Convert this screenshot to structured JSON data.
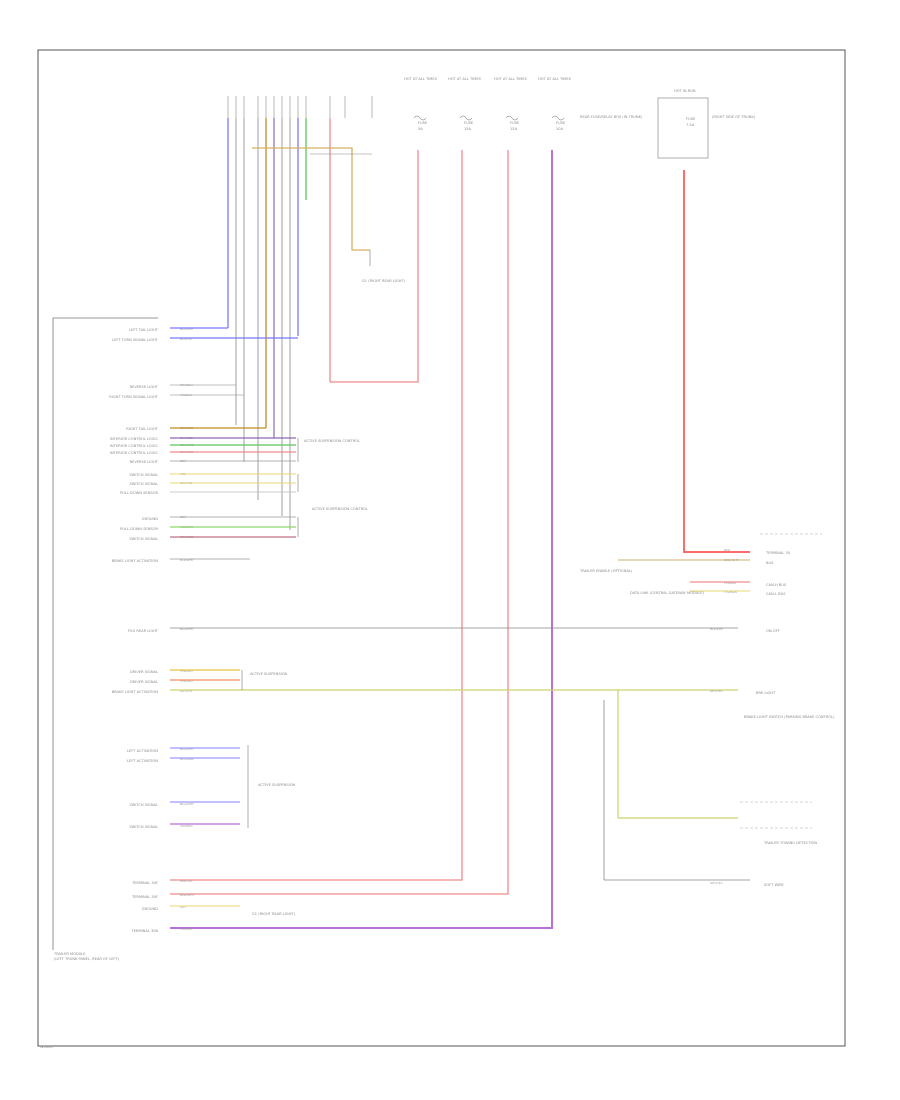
{
  "diagram": {
    "code": "W0000",
    "module": {
      "name": "TRAILER MODULE",
      "location": "(LEFT TRUNK PANEL, REAR OF LEFT)"
    },
    "fuses": [
      {
        "name": "FUSE",
        "value": "5A",
        "source": "HOT AT ALL TIMES"
      },
      {
        "name": "FUSE",
        "value": "15A",
        "source": "HOT AT ALL TIMES"
      },
      {
        "name": "FUSE",
        "value": "15A",
        "source": "HOT AT ALL TIMES"
      },
      {
        "name": "FUSE",
        "value": "20A",
        "source": "HOT AT ALL TIMES"
      }
    ],
    "fuse_box": "REAR FUSE/RELAY BOX (IN TRUNK)",
    "right_fuse": {
      "name": "FUSE",
      "value": "7.5A",
      "title": "HOT IN RUN",
      "location": "(RIGHT SIDE OF TRUNK)"
    },
    "upper_ground": {
      "name": "G1 (RIGHT REAR LIGHT)"
    },
    "lower_ground": {
      "name": "G1 (RIGHT REAR LIGHT)"
    },
    "left_pins": [
      {
        "label": "LEFT TAIL LIGHT",
        "wire": "BLU/RED"
      },
      {
        "label": "LEFT TURN SIGNAL LIGHT",
        "wire": "BLU/YEL"
      },
      {
        "label": "REVERSE LIGHT",
        "wire": "GRY/BLU"
      },
      {
        "label": "RIGHT TURN SIGNAL LIGHT",
        "wire": "YEL/BLU"
      },
      {
        "label": "RIGHT TAIL LIGHT",
        "wire": "BRN/RED"
      },
      {
        "label": "INTERIOR CONTROL LOGIC",
        "wire": "BLK/RED"
      },
      {
        "label": "INTERIOR CONTROL LOGIC",
        "wire": "GRN/RED"
      },
      {
        "label": "INTERIOR CONTROL LOGIC",
        "wire": "BRN/RED"
      },
      {
        "label": "REVERSE LIGHT",
        "wire": "GRY"
      },
      {
        "label": "SWITCH SIGNAL",
        "wire": "YEL"
      },
      {
        "label": "SWITCH SIGNAL",
        "wire": "GRY/YEL"
      },
      {
        "label": "PULL-DOWN SENSOR",
        "wire": ""
      },
      {
        "label": "GROUND",
        "wire": "GRY"
      },
      {
        "label": "PULL-DOWN SENSOR",
        "wire": "YEL/GRN"
      },
      {
        "label": "SWITCH SIGNAL",
        "wire": "BRN/RED"
      },
      {
        "label": "BRAKE LIGHT ACTIVATION",
        "wire": "BLK/WHT"
      },
      {
        "label": "FOG REAR LIGHT",
        "wire": "BLU/WHT"
      },
      {
        "label": "DRIVER SIGNAL",
        "wire": "YEL/RED"
      },
      {
        "label": "DRIVER SIGNAL",
        "wire": "YEL/RED"
      },
      {
        "label": "BRAKE LIGHT ACTIVATION",
        "wire": "GRY/YEL"
      },
      {
        "label": "LEFT ACTIVATION",
        "wire": "BLU/WHT"
      },
      {
        "label": "LEFT ACTIVATION",
        "wire": "BLU/GRN"
      },
      {
        "label": "SWITCH SIGNAL",
        "wire": "BLU/WHT"
      },
      {
        "label": "SWITCH SIGNAL",
        "wire": "VIO/RED"
      },
      {
        "label": "TERMINAL 30F",
        "wire": "RED/YEL"
      },
      {
        "label": "TERMINAL 30F",
        "wire": "RED/WHT"
      },
      {
        "label": "GROUND",
        "wire": "GRY"
      },
      {
        "label": "TERMINAL 30B",
        "wire": "VIO/BLK"
      }
    ],
    "connectors": [
      {
        "name": "ACTIVE SUSPENSION CONTROL"
      },
      {
        "name": "ACTIVE SUSPENSION CONTROL"
      },
      {
        "name": "ACTIVE SUSPENSION"
      },
      {
        "name": "ACTIVE SUSPENSION"
      }
    ],
    "right_pins": [
      {
        "label": "TERMINAL 30",
        "wire": "RED"
      },
      {
        "label": "BUS",
        "wire": "BRN/WHT"
      },
      {
        "label": "CAN-H BUS",
        "wire": "YEL/BLK"
      },
      {
        "label": "CAN-L BUS",
        "wire": "YEL/BRN"
      },
      {
        "label": "ON-OFF",
        "wire": "BLK/WHT"
      },
      {
        "label": "BRK LIGHT",
        "wire": "GRY/YEL"
      },
      {
        "label": "SOFT WIRE",
        "wire": "GRY/YEL"
      }
    ],
    "right_devices": [
      {
        "name": "TRAILER ENABLE (OPTIONAL)"
      },
      {
        "name": "DATA LINK (CENTRAL GATEWAY MODULE)"
      },
      {
        "name": "BRAKE LIGHT SWITCH (PARKING BRAKE CONTROL)"
      },
      {
        "name": "TRAILER TOWING DETECTION"
      }
    ]
  }
}
